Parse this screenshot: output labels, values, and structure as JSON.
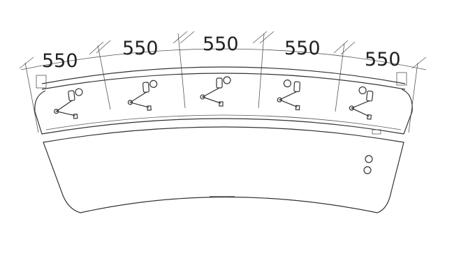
{
  "drawing": {
    "dimensions": [
      {
        "label": "550"
      },
      {
        "label": "550"
      },
      {
        "label": "550"
      },
      {
        "label": "550"
      },
      {
        "label": "550"
      }
    ],
    "monitor_arm_count": 5
  }
}
